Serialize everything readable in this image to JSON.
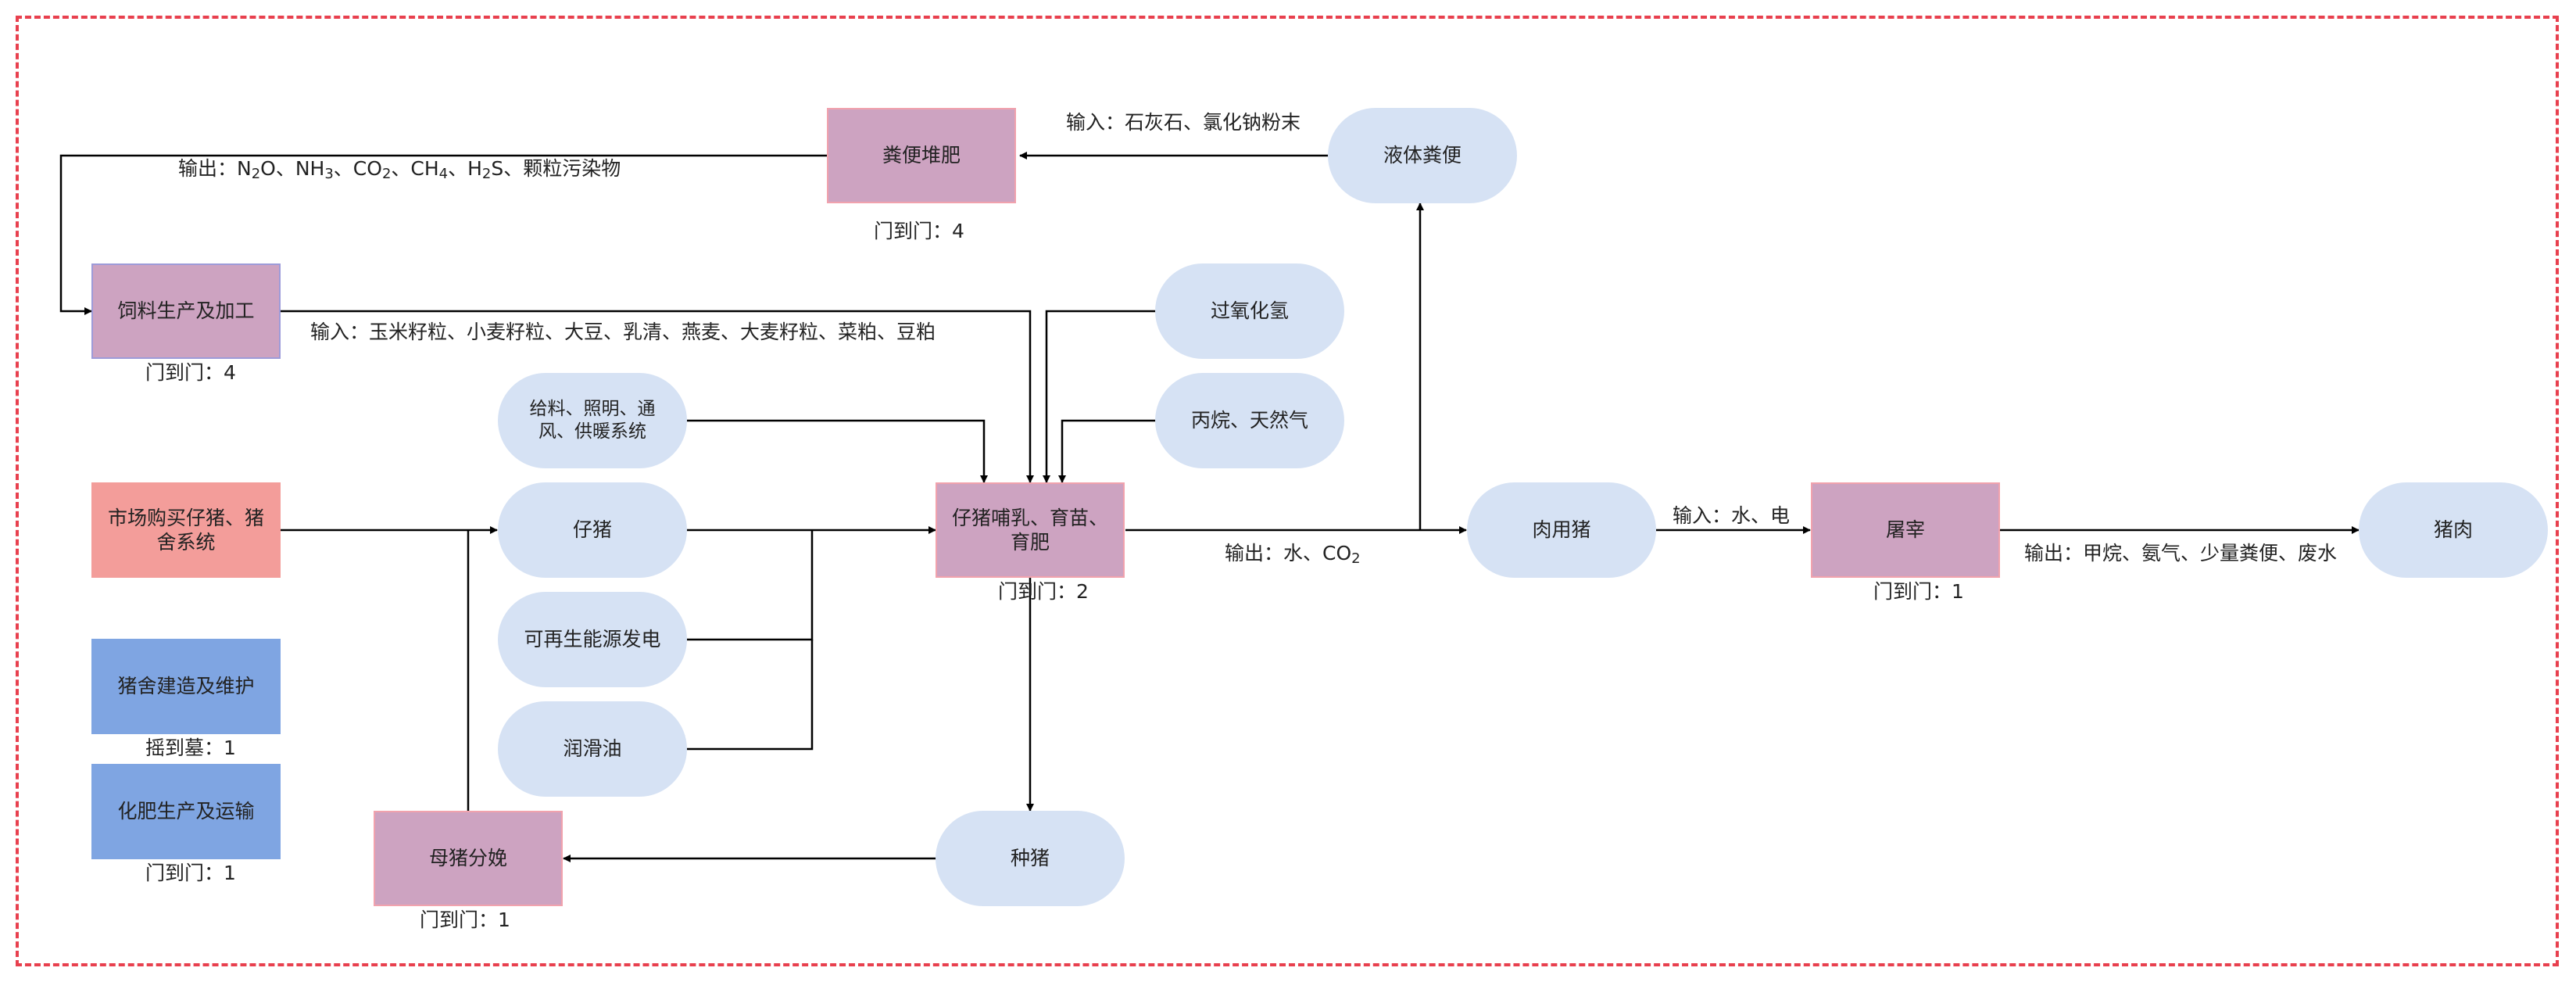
{
  "nodes": {
    "manure_compost": "粪便堆肥",
    "liquid_manure": "液体粪便",
    "feed_production": "饲料生产及加工",
    "hydrogen_peroxide": "过氧化氢",
    "propane_gas": "丙烷、天然气",
    "feeding_systems": "给料、照明、通风、供暖系统",
    "market_piglets": "市场购买仔猪、猪舍系统",
    "piglet": "仔猪",
    "nursery": "仔猪哺乳、育苗、育肥",
    "meat_pig": "肉用猪",
    "slaughter": "屠宰",
    "pork": "猪肉",
    "renewable_power": "可再生能源发电",
    "lubricant": "润滑油",
    "pigsty_construction": "猪舍建造及维护",
    "fertilizer": "化肥生产及运输",
    "sow_farrowing": "母猪分娩",
    "breeding_pig": "种猪"
  },
  "labels": {
    "compost_input": "输入：石灰石、氯化钠粉末",
    "compost_boundary": "门到门：4",
    "compost_output_prefix": "输出：N",
    "sub_2a": "2",
    "o_nh": "O、NH",
    "sub_3": "3",
    "co_sep": "、CO",
    "sub_2b": "2",
    "ch_sep": "、CH",
    "sub_4": "4",
    "h_sep": "、H",
    "sub_2c": "2",
    "compost_output_suffix": "S、颗粒污染物",
    "feed_input": "输入：玉米籽粒、小麦籽粒、大豆、乳清、燕麦、大麦籽粒、菜粕、豆粕",
    "feed_boundary": "门到门：4",
    "nursery_boundary": "门到门：2",
    "nursery_output_prefix": "输出：水、CO",
    "nursery_output_sub": "2",
    "slaughter_input": "输入：水、电",
    "slaughter_boundary": "门到门：1",
    "slaughter_output": "输出：甲烷、氨气、少量粪便、废水",
    "pigsty_boundary": "摇到墓：1",
    "fertilizer_boundary": "门到门：1",
    "sow_boundary": "门到门：1"
  }
}
